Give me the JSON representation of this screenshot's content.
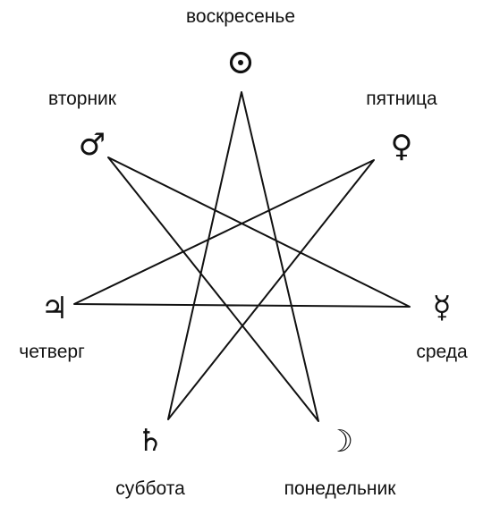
{
  "diagram": {
    "line_color": "#111111",
    "star_order": [
      "sun",
      "moon",
      "mars",
      "mercury",
      "jupiter",
      "venus",
      "saturn"
    ],
    "nodes": {
      "sun": {
        "day": "воскресенье",
        "symbol": "☉",
        "planet_icon": "sun-icon"
      },
      "venus": {
        "day": "пятница",
        "symbol": "♀",
        "planet_icon": "venus-icon"
      },
      "mercury": {
        "day": "среда",
        "symbol": "☿",
        "planet_icon": "mercury-icon"
      },
      "moon": {
        "day": "понедельник",
        "symbol": "☽",
        "planet_icon": "moon-icon"
      },
      "saturn": {
        "day": "суббота",
        "symbol": "♄",
        "planet_icon": "saturn-icon"
      },
      "jupiter": {
        "day": "четверг",
        "symbol": "♃",
        "planet_icon": "jupiter-icon"
      },
      "mars": {
        "day": "вторник",
        "symbol": "♂",
        "planet_icon": "mars-icon"
      }
    }
  }
}
